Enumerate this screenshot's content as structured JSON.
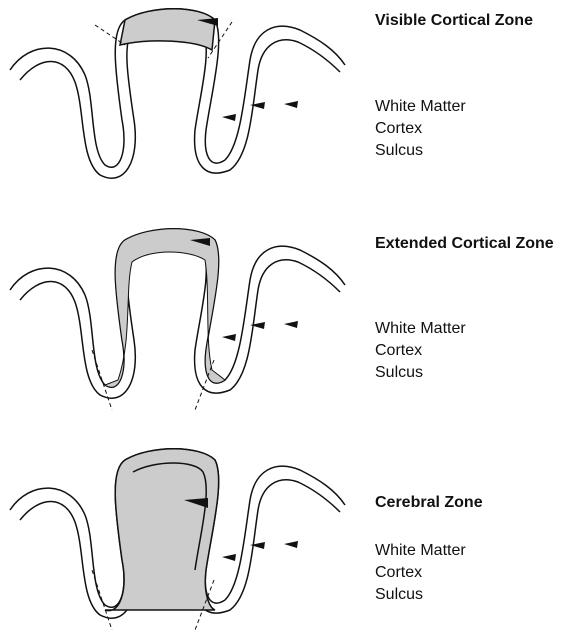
{
  "panels": [
    {
      "title": "Visible Cortical Zone",
      "legend": [
        "White Matter",
        "Cortex",
        "Sulcus"
      ],
      "zone": "visible"
    },
    {
      "title": "Extended Cortical Zone",
      "legend": [
        "White Matter",
        "Cortex",
        "Sulcus"
      ],
      "zone": "extended"
    },
    {
      "title": "Cerebral Zone",
      "legend": [
        "White Matter",
        "Cortex",
        "Sulcus"
      ],
      "zone": "cerebral"
    }
  ],
  "colors": {
    "outline": "#111111",
    "fill": "#cccccc"
  }
}
